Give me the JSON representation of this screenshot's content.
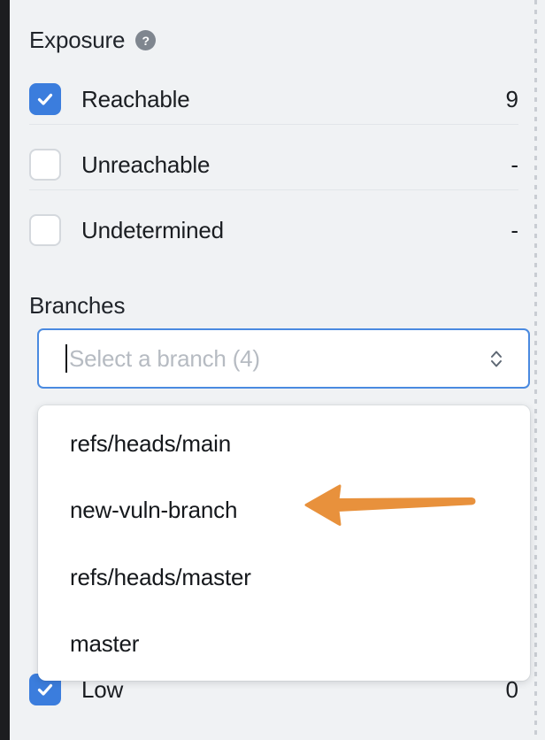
{
  "panel": {
    "exposure": {
      "title": "Exposure",
      "help_icon": "question-mark-circle-icon",
      "rows": [
        {
          "label": "Reachable",
          "value": "9",
          "checked": true
        },
        {
          "label": "Unreachable",
          "value": "-",
          "checked": false
        },
        {
          "label": "Undetermined",
          "value": "-",
          "checked": false
        }
      ]
    },
    "branches": {
      "label": "Branches",
      "input_value": "",
      "placeholder": "Select a branch (4)",
      "chevron_icon": "chevron-up-down-icon",
      "options": [
        "refs/heads/main",
        "new-vuln-branch",
        "refs/heads/master",
        "master"
      ]
    },
    "severity_partial": {
      "label": "Low",
      "value": "0",
      "checked": true
    }
  },
  "annotation": {
    "arrow_icon": "left-arrow-annotation",
    "points_at": "new-vuln-branch",
    "color": "#e8913c"
  },
  "colors": {
    "background": "#f0f2f4",
    "accent_blue": "#3b7ddd",
    "focus_border": "#4a8ae0",
    "text": "#1a1d21",
    "placeholder": "#b6bbc2",
    "divider": "#e2e5e9",
    "rail": "#1c1d20",
    "annotation_orange": "#e8913c"
  }
}
